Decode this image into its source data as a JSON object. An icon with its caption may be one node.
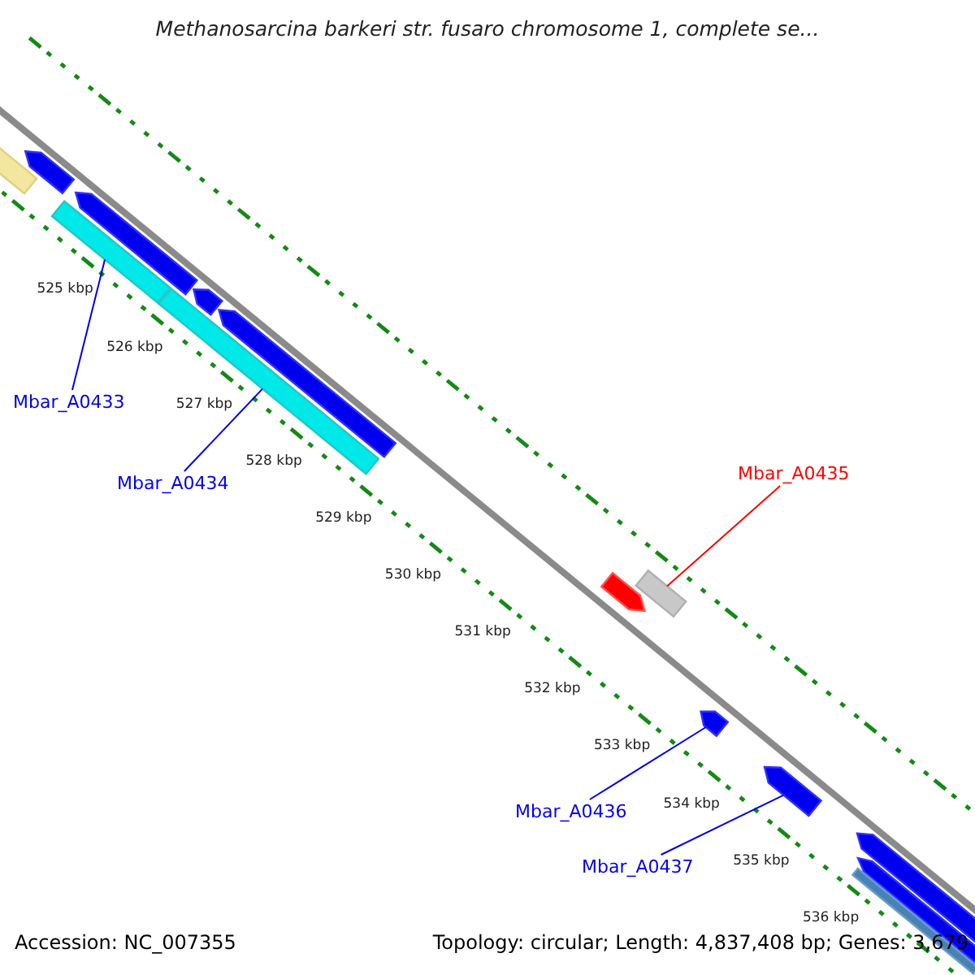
{
  "diagram": {
    "title": "Methanosarcina barkeri str. fusaro chromosome 1, complete se...",
    "nodes": [
      {
        "text": [
          "Mbar_A0433"
        ]
      },
      {
        "text": [],
        "shape": "box"
      },
      {
        "text": [
          "Mbar_A0434"
        ]
      },
      {
        "text": [],
        "shape": "box"
      },
      {
        "text": [
          "Mbar_A0435"
        ]
      },
      {
        "text": [],
        "shape": "box"
      },
      {
        "text": [
          "Mbar_A0436"
        ]
      },
      {
        "text": [],
        "shape": "arrow"
      },
      {
        "text": [
          "Mbar_A0437"
        ]
      },
      {
        "text": [],
        "shape": "arrow"
      }
    ],
    "edges": [
      {
        "from": 0,
        "to": 1,
        "arrow": "none"
      },
      {
        "from": 2,
        "to": 3,
        "arrow": "none"
      },
      {
        "from": 4,
        "to": 5,
        "arrow": "none",
        "color": "#ff0000"
      },
      {
        "from": 6,
        "to": 7,
        "arrow": "none"
      },
      {
        "from": 8,
        "to": 9,
        "arrow": "none"
      }
    ],
    "labels": [
      "525 kbp",
      "526 kbp",
      "527 kbp",
      "528 kbp",
      "529 kbp",
      "530 kbp",
      "531 kbp",
      "532 kbp",
      "533 kbp",
      "534 kbp",
      "535 kbp",
      "536 kbp",
      "Accession: NC_007355",
      "Topology: circular; Length: 4,837,408 bp; Genes: 3,679"
    ]
  }
}
